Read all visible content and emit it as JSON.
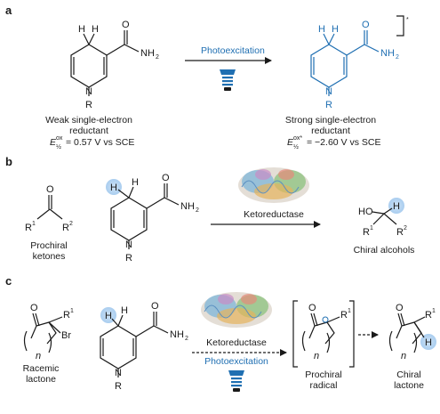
{
  "panels": {
    "a": {
      "letter": "a",
      "arrow_label": "Photoexcitation",
      "left_caption_1": "Weak single-electron",
      "left_caption_2": "reductant",
      "left_potential": "= 0.57 V vs SCE",
      "right_caption_1": "Strong single-electron",
      "right_caption_2": "reductant",
      "right_potential": "= −2.60 V vs SCE",
      "potential_symbol": "E",
      "potential_sup": "ox",
      "potential_sup_star": "ox*",
      "potential_sub": "½",
      "excited_star": "*"
    },
    "b": {
      "letter": "b",
      "arrow_label": "Ketoreductase",
      "left_caption_1": "Prochiral",
      "left_caption_2": "ketones",
      "right_caption": "Chiral alcohols"
    },
    "c": {
      "letter": "c",
      "arrow_label_1": "Ketoreductase",
      "arrow_label_2": "Photoexcitation",
      "left_caption_1": "Racemic",
      "left_caption_2": "lactone",
      "mid_caption_1": "Prochiral",
      "mid_caption_2": "radical",
      "right_caption_1": "Chiral",
      "right_caption_2": "lactone"
    }
  },
  "atoms": {
    "H": "H",
    "O": "O",
    "N": "N",
    "R": "R",
    "NH2": "NH",
    "NH2_sub": "2",
    "R1": "R",
    "R1_sup": "1",
    "R2": "R",
    "R2_sup": "2",
    "Br": "Br",
    "n": "n",
    "HO": "HO"
  },
  "colors": {
    "accent": "#1f6fb2",
    "highlight": "#a9cdef",
    "text": "#1a1a1a"
  }
}
